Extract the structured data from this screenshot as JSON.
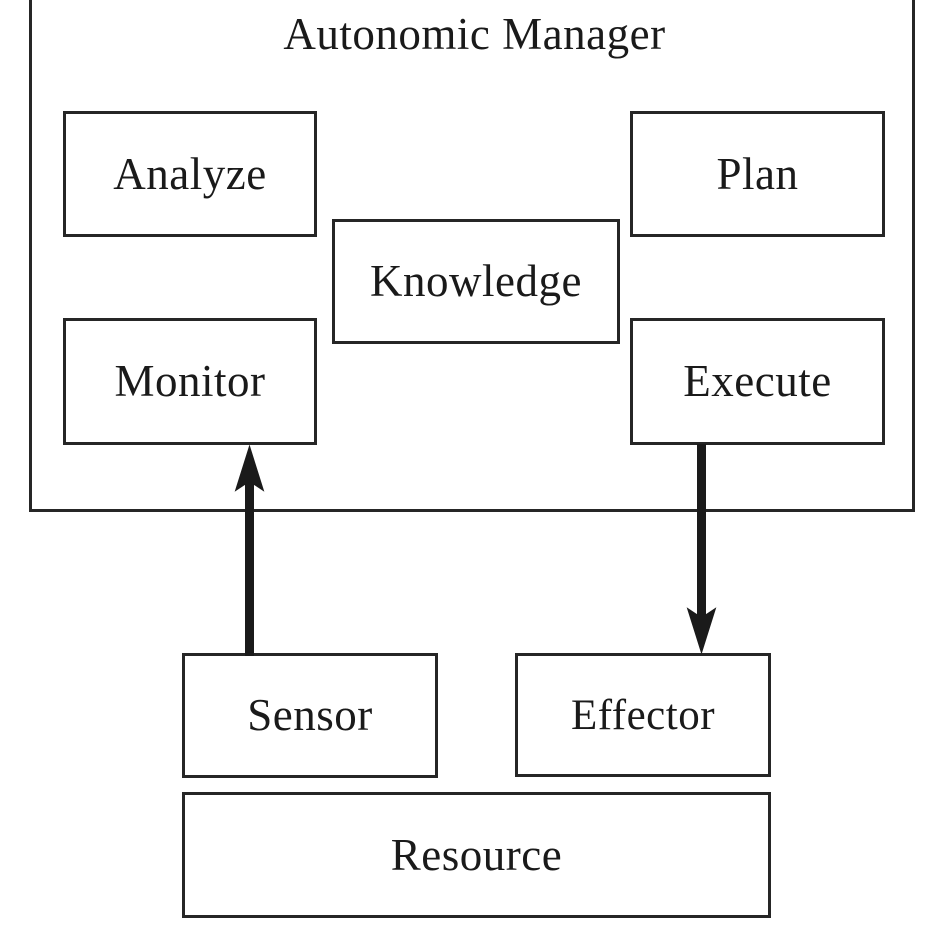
{
  "diagram": {
    "title": "Autonomic Manager",
    "type": "MAPE-K autonomic computing control loop",
    "colors": {
      "stroke": "#262626",
      "text": "#1a1a1a",
      "background": "#ffffff",
      "arrow": "#1a1a1a"
    },
    "container": {
      "name": "Autonomic Manager",
      "label": "Autonomic Manager"
    },
    "nodes": {
      "analyze": {
        "label": "Analyze"
      },
      "plan": {
        "label": "Plan"
      },
      "knowledge": {
        "label": "Knowledge"
      },
      "monitor": {
        "label": "Monitor"
      },
      "execute": {
        "label": "Execute"
      },
      "sensor": {
        "label": "Sensor"
      },
      "effector": {
        "label": "Effector"
      },
      "resource": {
        "label": "Resource"
      }
    },
    "connections": [
      {
        "from": "sensor",
        "to": "monitor",
        "direction": "up",
        "arrowhead": "at-monitor"
      },
      {
        "from": "execute",
        "to": "effector",
        "direction": "down",
        "arrowhead": "at-effector"
      }
    ]
  }
}
